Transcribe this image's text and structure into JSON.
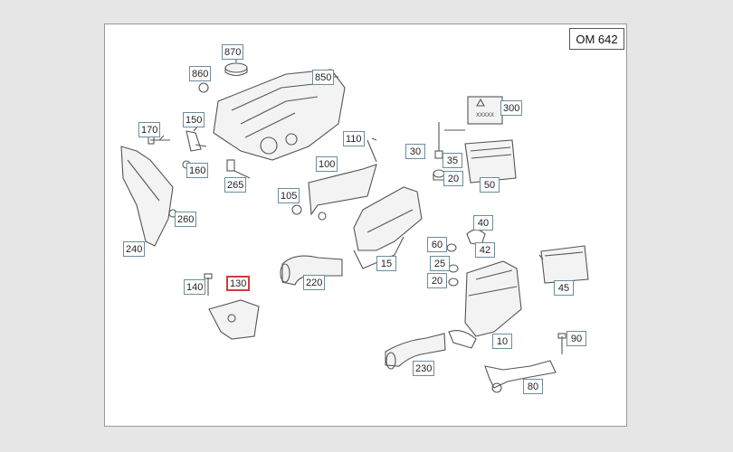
{
  "model_code": "OM 642",
  "highlighted_part": "130",
  "parts": [
    {
      "id": "p870",
      "label": "870"
    },
    {
      "id": "p860",
      "label": "860"
    },
    {
      "id": "p850",
      "label": "850"
    },
    {
      "id": "p300",
      "label": "300"
    },
    {
      "id": "p170",
      "label": "170"
    },
    {
      "id": "p150",
      "label": "150"
    },
    {
      "id": "p110",
      "label": "110"
    },
    {
      "id": "p30",
      "label": "30"
    },
    {
      "id": "p160",
      "label": "160"
    },
    {
      "id": "p35",
      "label": "35"
    },
    {
      "id": "p100",
      "label": "100"
    },
    {
      "id": "p265",
      "label": "265"
    },
    {
      "id": "p20a",
      "label": "20"
    },
    {
      "id": "p50",
      "label": "50"
    },
    {
      "id": "p105",
      "label": "105"
    },
    {
      "id": "p260",
      "label": "260"
    },
    {
      "id": "p40",
      "label": "40"
    },
    {
      "id": "p60",
      "label": "60"
    },
    {
      "id": "p42",
      "label": "42"
    },
    {
      "id": "p240",
      "label": "240"
    },
    {
      "id": "p15",
      "label": "15"
    },
    {
      "id": "p25",
      "label": "25"
    },
    {
      "id": "p140",
      "label": "140"
    },
    {
      "id": "p130",
      "label": "130"
    },
    {
      "id": "p220",
      "label": "220"
    },
    {
      "id": "p20b",
      "label": "20"
    },
    {
      "id": "p45",
      "label": "45"
    },
    {
      "id": "p10",
      "label": "10"
    },
    {
      "id": "p90",
      "label": "90"
    },
    {
      "id": "p230",
      "label": "230"
    },
    {
      "id": "p80",
      "label": "80"
    }
  ],
  "decal": {
    "text": "XXXXX"
  }
}
